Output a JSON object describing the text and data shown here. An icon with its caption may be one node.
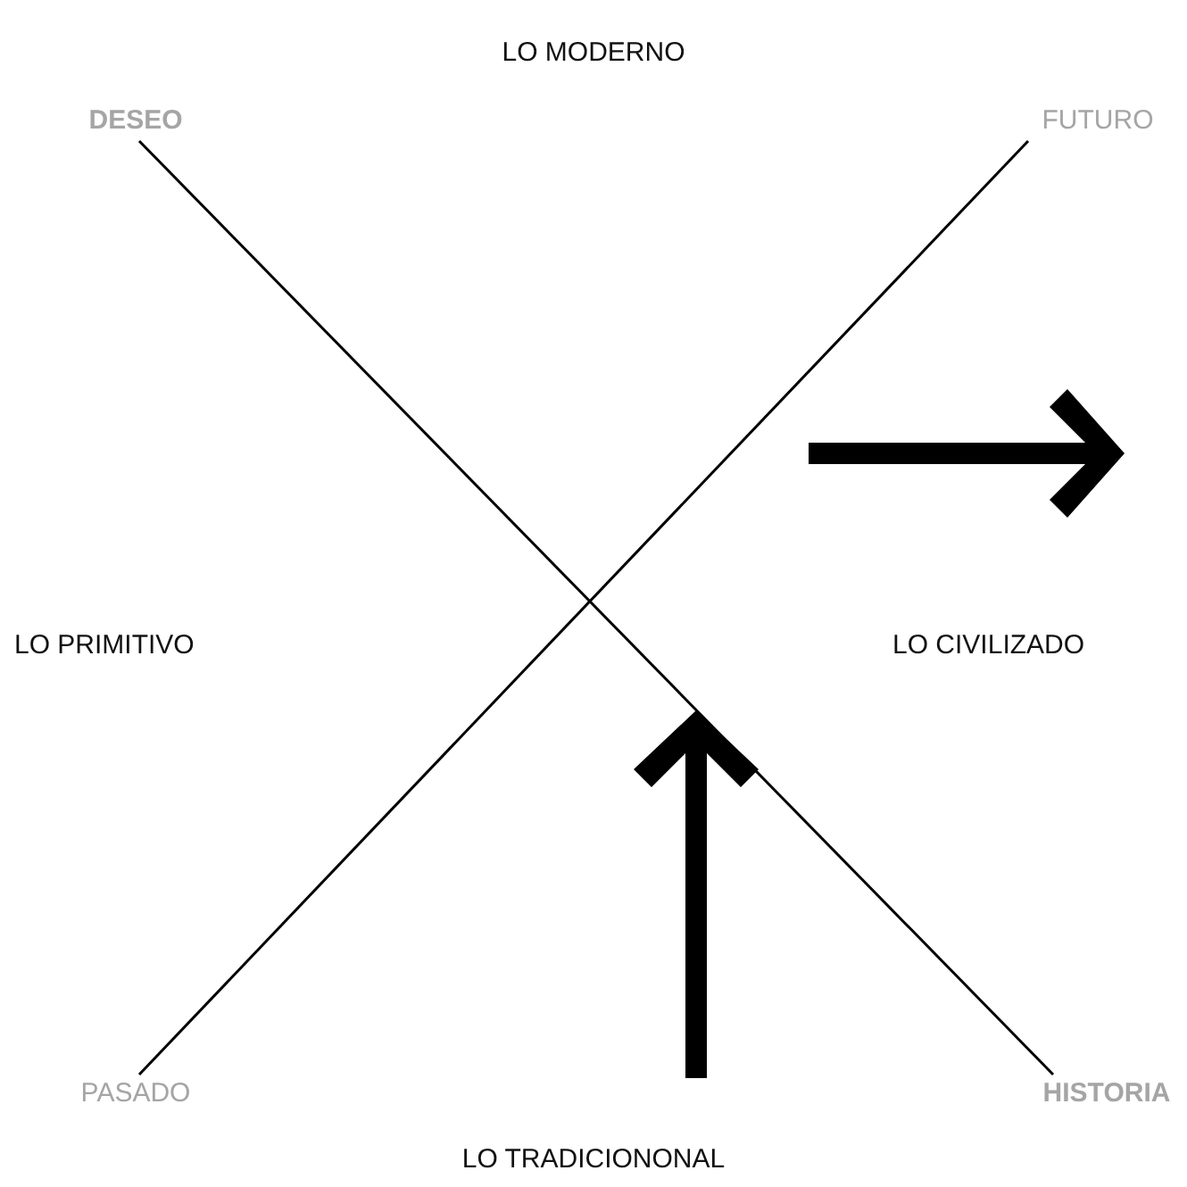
{
  "diagram": {
    "nodes": [
      {
        "text": [
          "DESEO"
        ]
      },
      {
        "text": [
          "FUTURO"
        ]
      },
      {
        "text": [
          "PASADO"
        ]
      },
      {
        "text": [
          "HISTORIA"
        ]
      }
    ],
    "edges": [
      {
        "from": 0,
        "to": 3,
        "arrow": "none"
      },
      {
        "from": 2,
        "to": 1,
        "arrow": "none"
      }
    ],
    "labels": [
      "LO MODERNO",
      "LO PRIMITIVO",
      "LO CIVILIZADO",
      "LO TRADICIONONAL"
    ]
  }
}
